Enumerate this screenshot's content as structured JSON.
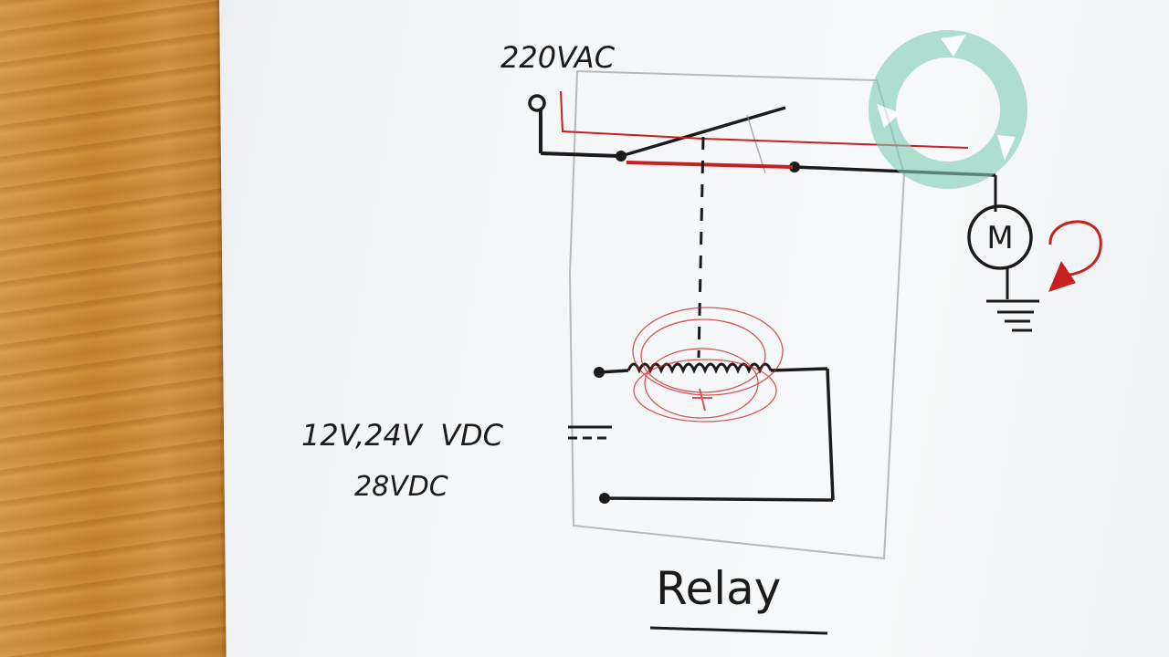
{
  "labels": {
    "supply_ac": "220VAC",
    "supply_dc_line1": "12V,24V  VDC",
    "supply_dc_line2": "28VDC",
    "motor": "M",
    "title": "Relay"
  },
  "colors": {
    "ink": "#1b1b1b",
    "red_pen": "#c8201e",
    "pencil": "#a9a9a9",
    "wood": "#c9822e",
    "paper": "#f4f6f8",
    "logo_teal": "#7fcdb8"
  },
  "icons": {
    "watermark": "refresh-cycle-icon",
    "rotation_arrow": "rotation-arrow-icon",
    "ground": "ground-icon",
    "coil": "coil-icon"
  }
}
